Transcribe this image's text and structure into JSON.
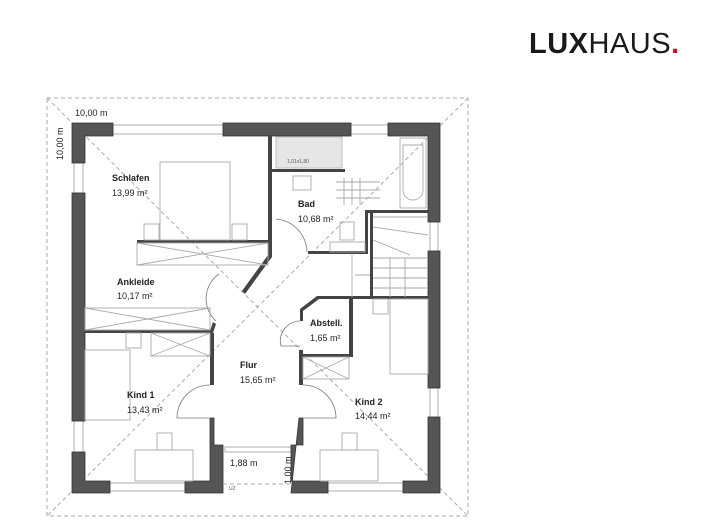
{
  "logo": {
    "bold": "LUX",
    "regular": "HAUS",
    "dot": ".",
    "accent_color": "#c8102e"
  },
  "dimensions": {
    "width": "10,00 m",
    "depth": "10,00 m",
    "balcony_width": "1,88 m",
    "balcony_depth": "1,00 m",
    "balcony_marker": "UZ",
    "shower_size": "1,01x1,80"
  },
  "rooms": [
    {
      "name": "Schlafen",
      "area": "13,99 m²"
    },
    {
      "name": "Bad",
      "area": "10,68 m²"
    },
    {
      "name": "Ankleide",
      "area": "10,17 m²"
    },
    {
      "name": "Abstell.",
      "area": "1,65 m²"
    },
    {
      "name": "Flur",
      "area": "15,65 m²"
    },
    {
      "name": "Kind 1",
      "area": "13,43 m²"
    },
    {
      "name": "Kind 2",
      "area": "14,44 m²"
    }
  ],
  "colors": {
    "wall": "#555555",
    "roof_outline": "#aaaaaa"
  }
}
